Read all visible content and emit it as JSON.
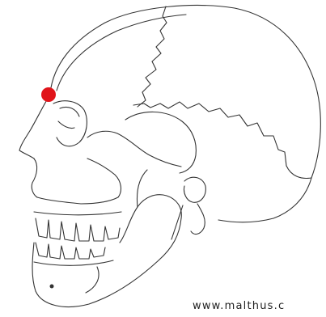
{
  "diagram": {
    "subject": "skull-lateral-view",
    "line_color": "#333333",
    "fill_color": "#ffffff",
    "marker": {
      "color": "#e0141a",
      "landmark": "nasion"
    }
  },
  "watermark": {
    "text": "www.malthus.c"
  }
}
